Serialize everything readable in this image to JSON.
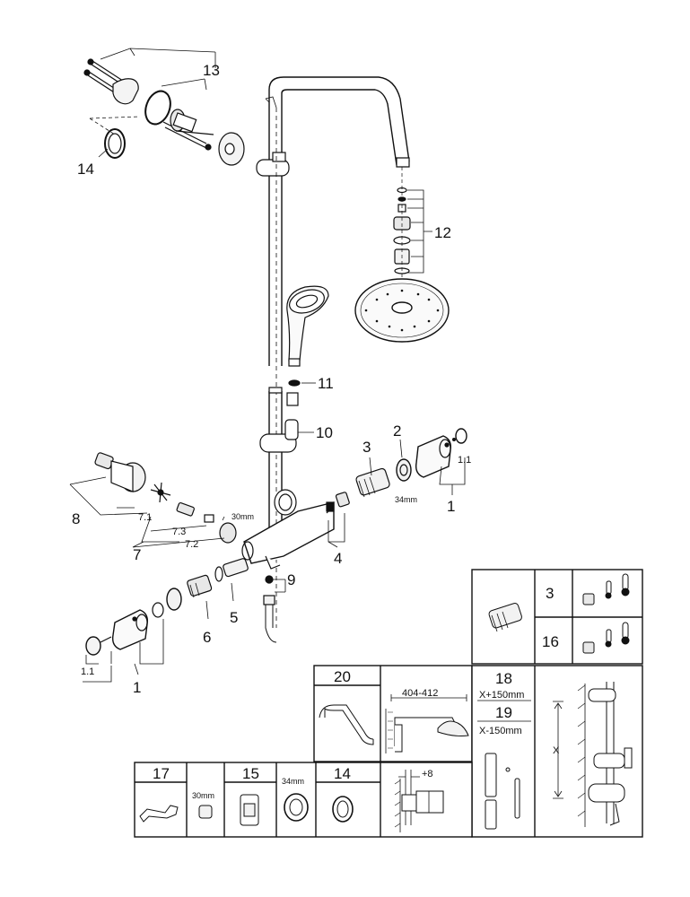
{
  "callouts": {
    "c13": "13",
    "c14": "14",
    "c12": "12",
    "c11": "11",
    "c10": "10",
    "c8": "8",
    "c7_1": "7.1",
    "c7_3": "7.3",
    "c7_2": "7.2",
    "c7": "7",
    "c30mm": "30mm",
    "c3": "3",
    "c2": "2",
    "c34mm": "34mm",
    "c1_1_right": "1.1",
    "c1_right": "1",
    "c4": "4",
    "c9": "9",
    "c5": "5",
    "c6": "6",
    "c1_1_left": "1.1",
    "c1_left": "1"
  },
  "spare_parts": {
    "p3": "3",
    "p16": "16",
    "p20": "20",
    "p404": "404-412",
    "p18": "18",
    "p18_sub": "X+150mm",
    "p19": "19",
    "p19_sub": "X-150mm",
    "px": "X",
    "p17": "17",
    "p17_size": "30mm",
    "p15": "15",
    "p15_size": "34mm",
    "p14": "14",
    "p14_plus": "+8"
  }
}
